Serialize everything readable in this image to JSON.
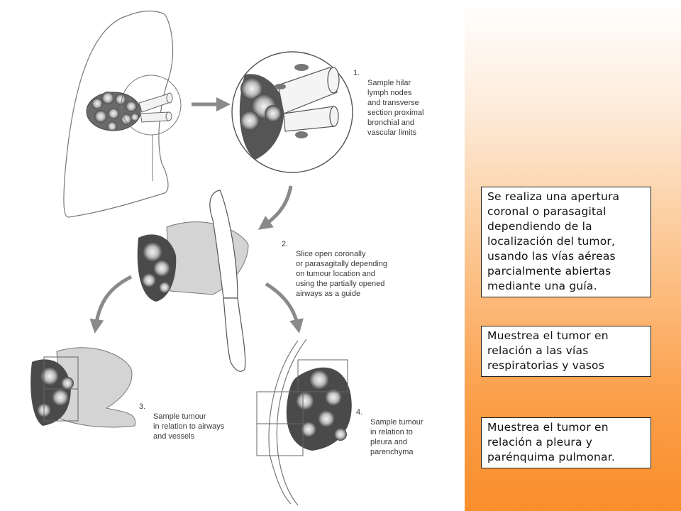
{
  "figure": {
    "steps": [
      {
        "number": "1.",
        "text": "Sample hilar\nlymph nodes\nand transverse\nsection proximal\nbronchial and\nvascular limits"
      },
      {
        "number": "2.",
        "text": "Slice open coronally\nor parasagitally depending\non tumour location and\nusing the partially opened\nairways as a guide"
      },
      {
        "number": "3.",
        "text": "Sample tumour\nin relation to airways\nand vessels"
      },
      {
        "number": "4.",
        "text": "Sample tumour\nin relation to\npleura and\nparenchyma"
      }
    ]
  },
  "notes": [
    {
      "text": "Se realiza una apertura coronal o parasagital dependiendo de la localización del tumor, usando las vías aéreas parcialmente abiertas mediante una guía."
    },
    {
      "text": "Muestrea el tumor en relación a las vías respiratorias y vasos"
    },
    {
      "text": "Muestrea el tumor en relación a pleura y parénquima pulmonar."
    }
  ],
  "colors": {
    "line": "#5a5a5a",
    "arrow": "#8a8a8a",
    "tumour_dark": "#4a4a4a",
    "tumour_light": "#dcdcdc",
    "airway_fill": "#d4d4d4",
    "panel_gradient_top": "#ffffff",
    "panel_gradient_bottom": "#fa8e2c"
  }
}
